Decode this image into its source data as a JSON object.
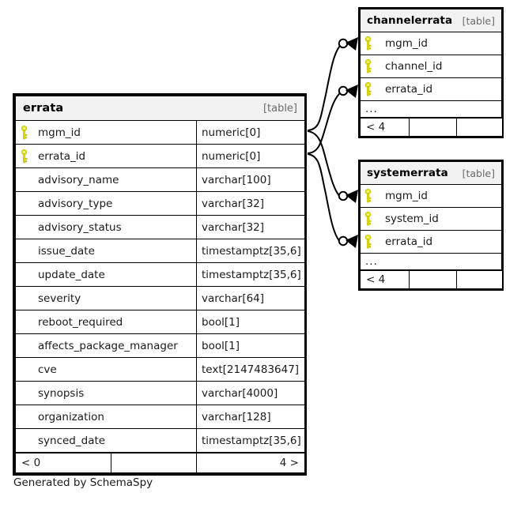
{
  "diagram": {
    "caption": "Generated by SchemaSpy",
    "table_tag": "[table]",
    "ellipsis": "...",
    "key_icon": "key-icon",
    "colors": {
      "key": "#e8e512",
      "header_bg": "#f2f2f2",
      "border": "#000000",
      "tag_text": "#6b6b6b",
      "background": "#ffffff"
    }
  },
  "tables": {
    "errata": {
      "name": "errata",
      "tag": "[table]",
      "columns": [
        {
          "key": true,
          "name": "mgm_id",
          "type": "numeric[0]"
        },
        {
          "key": true,
          "name": "errata_id",
          "type": "numeric[0]"
        },
        {
          "key": false,
          "name": "advisory_name",
          "type": "varchar[100]"
        },
        {
          "key": false,
          "name": "advisory_type",
          "type": "varchar[32]"
        },
        {
          "key": false,
          "name": "advisory_status",
          "type": "varchar[32]"
        },
        {
          "key": false,
          "name": "issue_date",
          "type": "timestamptz[35,6]"
        },
        {
          "key": false,
          "name": "update_date",
          "type": "timestamptz[35,6]"
        },
        {
          "key": false,
          "name": "severity",
          "type": "varchar[64]"
        },
        {
          "key": false,
          "name": "reboot_required",
          "type": "bool[1]"
        },
        {
          "key": false,
          "name": "affects_package_manager",
          "type": "bool[1]"
        },
        {
          "key": false,
          "name": "cve",
          "type": "text[2147483647]"
        },
        {
          "key": false,
          "name": "synopsis",
          "type": "varchar[4000]"
        },
        {
          "key": false,
          "name": "organization",
          "type": "varchar[128]"
        },
        {
          "key": false,
          "name": "synced_date",
          "type": "timestamptz[35,6]"
        }
      ],
      "footer": {
        "left": "< 0",
        "middle": "",
        "right": "4 >"
      }
    },
    "channelerrata": {
      "name": "channelerrata",
      "tag": "[table]",
      "columns": [
        {
          "key": true,
          "name": "mgm_id"
        },
        {
          "key": true,
          "name": "channel_id"
        },
        {
          "key": true,
          "name": "errata_id"
        }
      ],
      "more": "...",
      "footer": {
        "left": "< 4",
        "middle": "",
        "right": ""
      }
    },
    "systemerrata": {
      "name": "systemerrata",
      "tag": "[table]",
      "columns": [
        {
          "key": true,
          "name": "mgm_id"
        },
        {
          "key": true,
          "name": "system_id"
        },
        {
          "key": true,
          "name": "errata_id"
        }
      ],
      "more": "...",
      "footer": {
        "left": "< 4",
        "middle": "",
        "right": ""
      }
    }
  },
  "relationships": [
    {
      "from_table": "errata",
      "from_column": "mgm_id",
      "to_table": "channelerrata",
      "to_column": "mgm_id"
    },
    {
      "from_table": "errata",
      "from_column": "errata_id",
      "to_table": "channelerrata",
      "to_column": "errata_id"
    },
    {
      "from_table": "errata",
      "from_column": "mgm_id",
      "to_table": "systemerrata",
      "to_column": "mgm_id"
    },
    {
      "from_table": "errata",
      "from_column": "errata_id",
      "to_table": "systemerrata",
      "to_column": "errata_id"
    }
  ]
}
